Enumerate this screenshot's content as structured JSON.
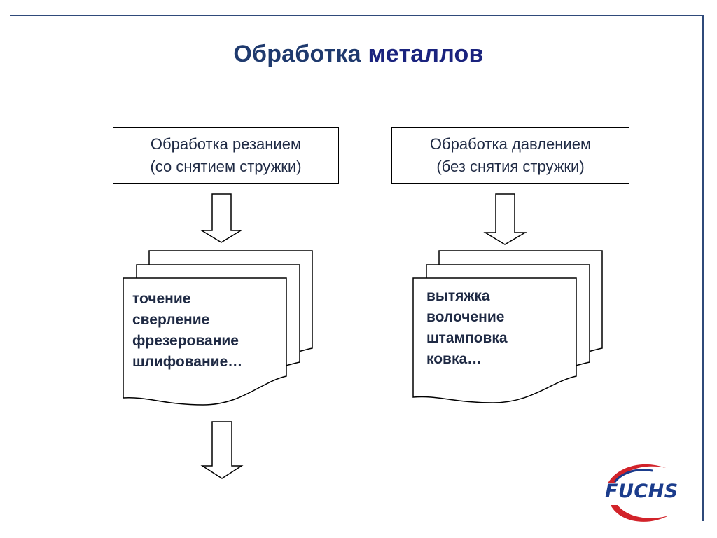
{
  "title": {
    "part1": "Обработка",
    "part2": "металлов"
  },
  "left": {
    "header_line1": "Обработка резанием",
    "header_line2": "(со снятием стружки)",
    "items": [
      "точение",
      "сверление",
      "фрезерование",
      "шлифование…"
    ]
  },
  "right": {
    "header_line1": "Обработка давлением",
    "header_line2": "(без снятия стружки)",
    "items": [
      "вытяжка",
      "волочение",
      "штамповка",
      "ковка…"
    ]
  },
  "logo": {
    "text": "FUCHS"
  },
  "colors": {
    "frame": "#2f4a7a",
    "title": "#1f3a6e",
    "logo_blue": "#1b3c8c",
    "logo_red": "#d2232a"
  }
}
